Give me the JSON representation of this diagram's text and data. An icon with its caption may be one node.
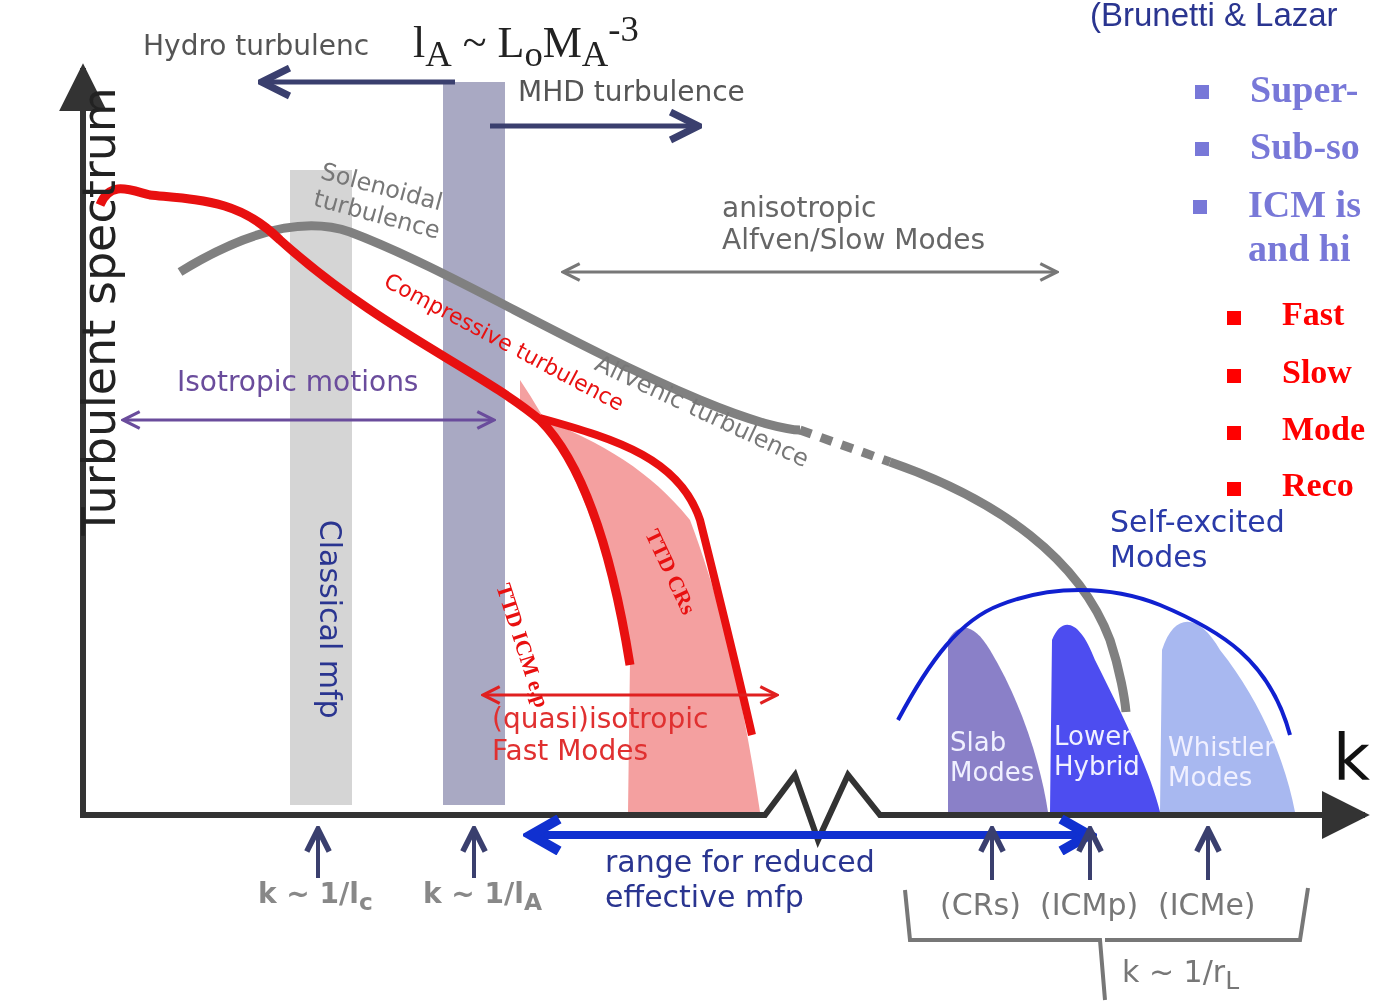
{
  "diagram": {
    "labels": [
      "(Brunetti & Lazar",
      "Super-",
      "Sub-so",
      "ICM is and hi",
      "Fast",
      "Slow",
      "Mode",
      "Reco",
      "Hydro turbulenc",
      "l$_{A}$ ~ L$_{o}$M$_{A}$$^{-3}$",
      "MHD turbulence",
      "Turbulent spectrum",
      "Solenoidal turbulence",
      "anisotropic Alfven/Slow Modes",
      "Compressive turbulence",
      "Alfvenic turbulence",
      "Isotropic motions",
      "Classical mfp",
      "TTD ICM e,p",
      "TTD CRs",
      "(quasi)isotropic Fast Modes",
      "Self-excited Modes",
      "Slab Modes",
      "Lower Hybrid",
      "Whistler Modes",
      "k",
      "k ~ 1/l$_{c}$",
      "k ~ 1/l$_{A}$",
      "range for reduced effective mfp",
      "(CRs)",
      "(ICMp)",
      "(ICMe)",
      "k ~ 1/r$_{L}$"
    ]
  }
}
